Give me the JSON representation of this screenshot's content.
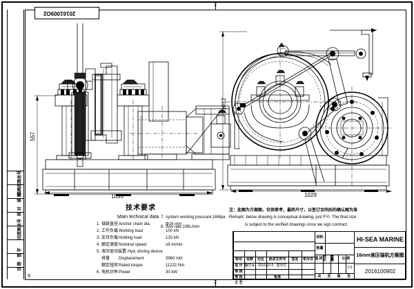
{
  "sheet": {
    "zone_top_left": "1",
    "zone_top_right": "2",
    "zone_bottom_left": "9",
    "zone_bottom_right": "2",
    "corner_tag": "20161009O2"
  },
  "left_margin_blocks": [
    {
      "label": "描图底图总号"
    },
    {
      "label": "描  图"
    },
    {
      "label": "校  对"
    },
    {
      "label": "旧底图总号"
    },
    {
      "label": "签  字"
    },
    {
      "label": "日  期"
    }
  ],
  "dimensions": {
    "front_height": "557",
    "front_width": "1035",
    "side_height": "1012",
    "side_width": "1029"
  },
  "tech_notes": {
    "title_cn": "技术要求",
    "heading_en": "Main technical data",
    "rows": [
      {
        "no": "1.",
        "cn": "锚链直径",
        "en": "Anchor chain dia.",
        "value": "Φ16 mm"
      },
      {
        "no": "2.",
        "cn": "工作负载",
        "en": "Working load",
        "value": "100 kN"
      },
      {
        "no": "3.",
        "cn": "支持负载",
        "en": "Holding load",
        "value": "120 kN"
      },
      {
        "no": "4.",
        "cn": "额定速度",
        "en": "Nominal speed",
        "value": "≥9 m/min"
      },
      {
        "no": "5.",
        "cn": "液压驱动装置",
        "en": "Hyd. driving device",
        "value": ""
      },
      {
        "no": "",
        "cn": "排量",
        "en": "Displacement",
        "value": "3960 ml/r"
      },
      {
        "no": "",
        "cn": "额定扭矩",
        "en": "Rated torque",
        "value": "11222 Nm"
      },
      {
        "no": "6.",
        "cn": "电机功率",
        "en": "Power",
        "value": "30 kW"
      }
    ],
    "right_rows": [
      {
        "no": "7.",
        "en": "system working pressure:16Mpa"
      },
      {
        "no": "8.",
        "en": "flow rate:108L/min"
      }
    ]
  },
  "remark": {
    "cn": "注：此图为方案图，仅供参考，最终尺寸，以签订合同后的确认图为准",
    "en_line1": "Remark: below drawing is conceptual drawing, just FYI. The final size",
    "en_line2": "is subject to the verified drawings once we sign contract"
  },
  "title_block": {
    "rev_headers": [
      "标记",
      "处数",
      "分区",
      "更改文件号",
      "签名",
      "年月日"
    ],
    "rev_row": [
      "设 计",
      "静华军",
      "2016.10.9",
      "",
      "签字栏",
      ""
    ],
    "left_labels": [
      "审 核",
      "审 批",
      "工 艺"
    ],
    "proc_label": "批准",
    "material_label": "材料",
    "material_value": "",
    "quantity_label": "数量",
    "quantity_value": "",
    "stage_headers": [
      "图 样",
      "标 记",
      "重 量",
      "比 例"
    ],
    "scale_value": "1:6",
    "sheet_labels": [
      "共",
      "页",
      "第",
      "页"
    ],
    "company": "HI-SEA MARINE",
    "drawing_title": "16mm液压锚机方案图",
    "drawing_number": "2016100902"
  }
}
